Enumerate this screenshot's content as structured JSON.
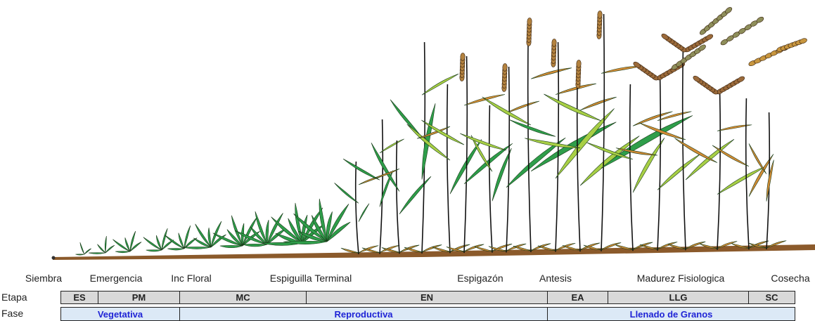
{
  "milestones": [
    {
      "label": "Siembra"
    },
    {
      "label": "Emergencia"
    },
    {
      "label": "Inc Floral"
    },
    {
      "label": "Espiguilla Terminal"
    },
    {
      "label": "Espigazón"
    },
    {
      "label": "Antesis"
    },
    {
      "label": "Madurez Fisiologica"
    },
    {
      "label": "Cosecha"
    }
  ],
  "rows": {
    "etapa_label": "Etapa",
    "fase_label": "Fase"
  },
  "etapas": [
    "ES",
    "PM",
    "MC",
    "EN",
    "EA",
    "LLG",
    "SC"
  ],
  "fases": [
    "Vegetativa",
    "Reproductiva",
    "Llenado de Granos"
  ],
  "colors": {
    "soil": "#8b5a2b",
    "leaf_green": "#2e9e4a",
    "leaf_light": "#a8cf45",
    "leaf_brown": "#d28b35",
    "spike": "#9b6a3a",
    "stem": "#111111",
    "etapa_bg": "#d9d9d9",
    "fase_bg": "#dce9f6",
    "fase_text": "#1f24d6"
  },
  "icons": [
    "wheat-plant-icon",
    "wheat-spike-icon"
  ]
}
